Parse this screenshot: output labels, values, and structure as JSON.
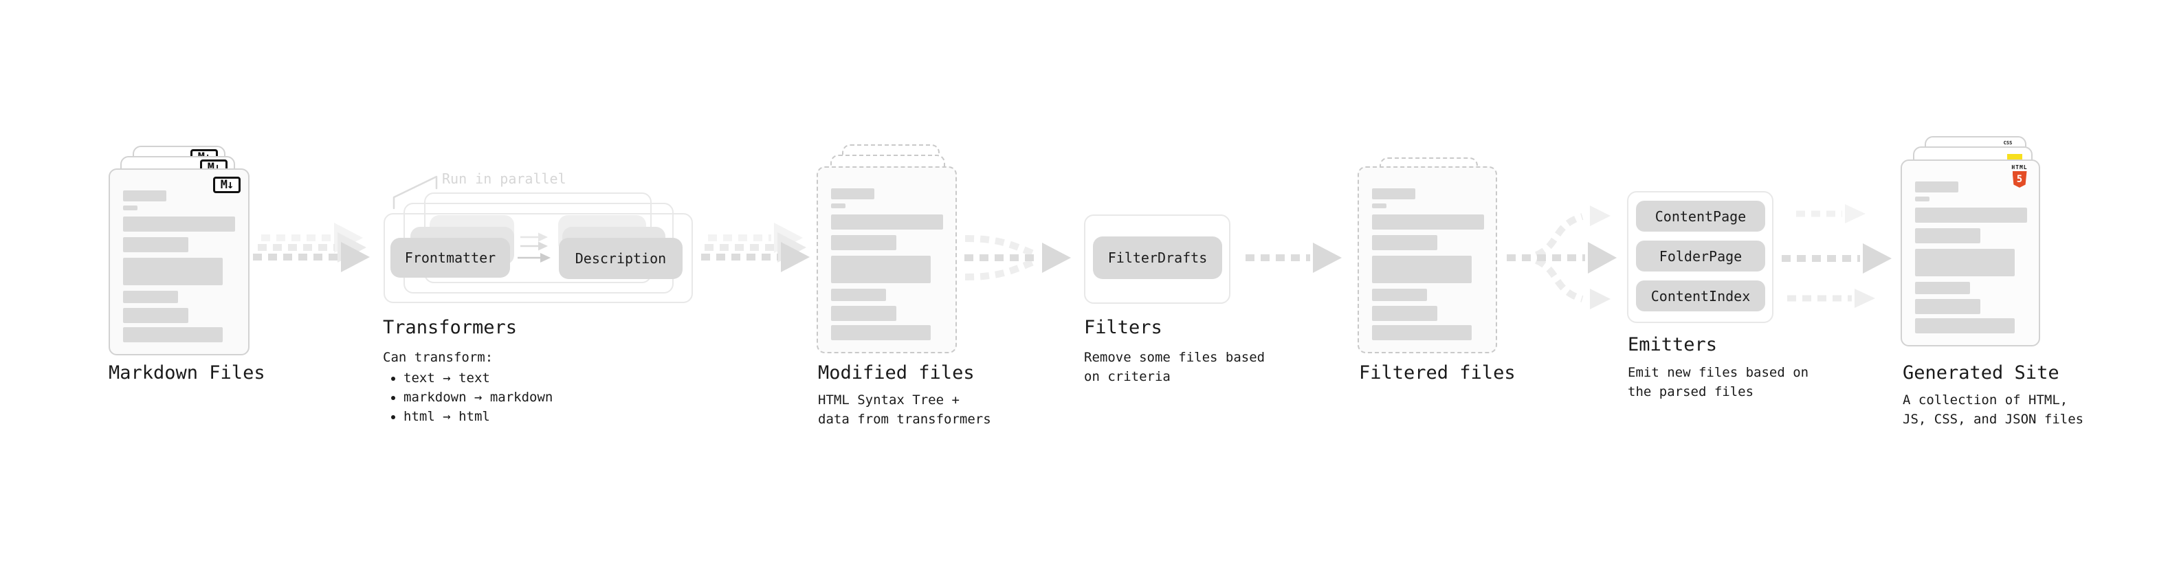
{
  "stages": {
    "markdown": {
      "title": "Markdown Files",
      "badge": "M↓"
    },
    "transformers": {
      "title": "Transformers",
      "note": "Run in parallel",
      "pill_left": "Frontmatter",
      "pill_right": "Description",
      "desc_heading": "Can transform:",
      "desc_items": [
        "text → text",
        "markdown → markdown",
        "html → html"
      ]
    },
    "modified": {
      "title": "Modified files",
      "desc_lines": [
        "HTML Syntax Tree +",
        "data from transformers"
      ]
    },
    "filters": {
      "title": "Filters",
      "pill": "FilterDrafts",
      "desc_lines": [
        "Remove some files based",
        "on criteria"
      ]
    },
    "filtered": {
      "title": "Filtered files"
    },
    "emitters": {
      "title": "Emitters",
      "pills": [
        "ContentPage",
        "FolderPage",
        "ContentIndex"
      ],
      "desc_lines": [
        "Emit new files based on",
        "the parsed files"
      ]
    },
    "generated": {
      "title": "Generated Site",
      "desc_lines": [
        "A collection of HTML,",
        "JS, CSS, and JSON files"
      ],
      "badges": {
        "html_label": "HTML",
        "html_number": "5",
        "css_label": "CSS"
      }
    }
  },
  "colors": {
    "markdown_badge_ink": "#111111",
    "html5_orange": "#e44d26",
    "js_yellow": "#f7df1e",
    "css_blue": "#2965f1",
    "pill_gray": "#d9d9d9",
    "arrow_gray": "#dcdcdc",
    "muted_note_gray": "#d6d6d6"
  }
}
